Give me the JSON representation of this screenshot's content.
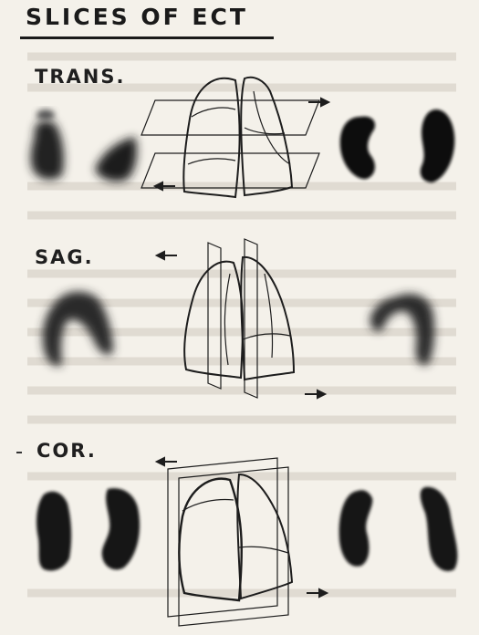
{
  "title": "SLICES OF ECT",
  "sections": [
    {
      "label": "TRANS."
    },
    {
      "label": "SAG."
    },
    {
      "label": "COR."
    }
  ],
  "colors": {
    "background": "#f4f1ea",
    "ink": "#1a1a1a"
  }
}
